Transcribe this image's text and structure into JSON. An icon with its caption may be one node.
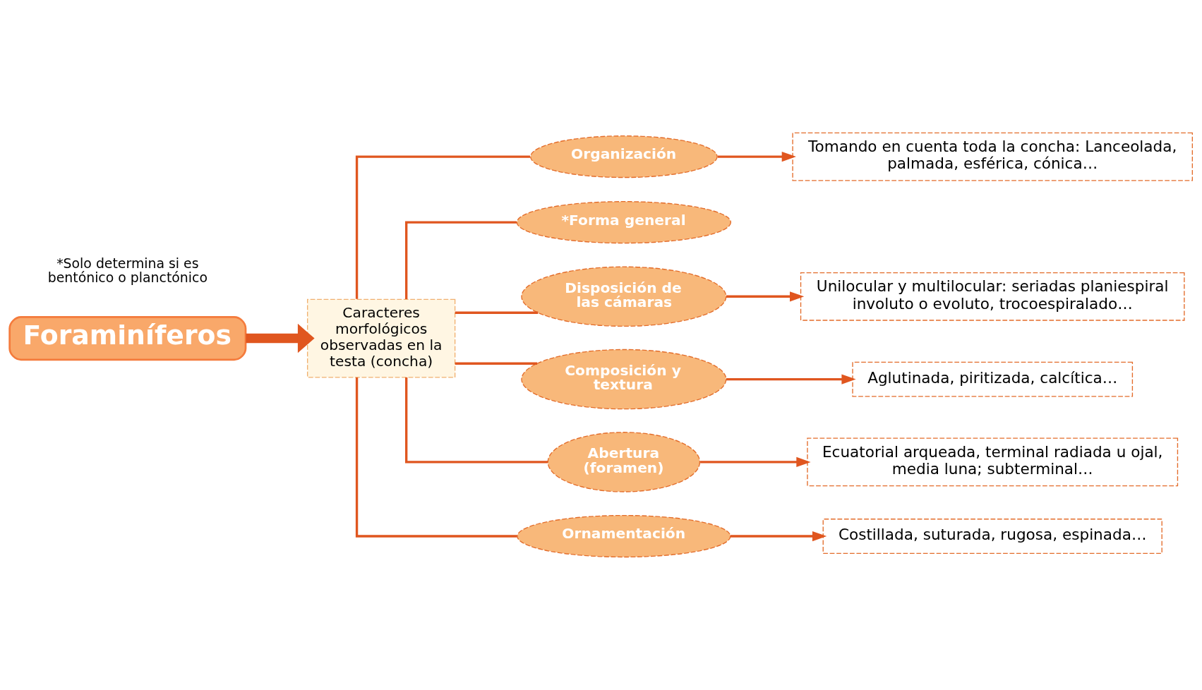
{
  "diagram": {
    "nodes": [
      {
        "text": [
          "Foraminíferos"
        ]
      },
      {
        "text": [
          "Caracteres morfológicos observadas en la testa (concha)"
        ]
      },
      {
        "text": [
          "Organización"
        ]
      },
      {
        "text": [
          "*Forma general"
        ]
      },
      {
        "text": [
          "Disposición de las cámaras"
        ]
      },
      {
        "text": [
          "Composición y textura"
        ]
      },
      {
        "text": [
          "Abertura (foramen)"
        ]
      },
      {
        "text": [
          "Ornamentación"
        ]
      },
      {
        "text": [
          "Tomando en cuenta toda la concha: Lanceolada, palmada, esférica, cónica…"
        ]
      },
      {
        "text": [
          "Unilocular y multilocular: seriadas planiespiral involuto o evoluto, trocoespiralado…"
        ]
      },
      {
        "text": [
          "Aglutinada, piritizada, calcítica…"
        ]
      },
      {
        "text": [
          "Ecuatorial arqueada, terminal radiada u ojal, media luna; subterminal…"
        ]
      },
      {
        "text": [
          "Costillada, suturada, rugosa, espinada…"
        ]
      }
    ],
    "edges": [
      {
        "from": 0,
        "to": 1,
        "arrow": "to",
        "style": "thick"
      },
      {
        "from": 1,
        "to": 2,
        "arrow": "none"
      },
      {
        "from": 1,
        "to": 3,
        "arrow": "none"
      },
      {
        "from": 1,
        "to": 4,
        "arrow": "none"
      },
      {
        "from": 1,
        "to": 5,
        "arrow": "none"
      },
      {
        "from": 1,
        "to": 6,
        "arrow": "none"
      },
      {
        "from": 1,
        "to": 7,
        "arrow": "none"
      },
      {
        "from": 2,
        "to": 8,
        "arrow": "to"
      },
      {
        "from": 4,
        "to": 9,
        "arrow": "to"
      },
      {
        "from": 5,
        "to": 10,
        "arrow": "to"
      },
      {
        "from": 6,
        "to": 11,
        "arrow": "to"
      },
      {
        "from": 7,
        "to": 12,
        "arrow": "to"
      }
    ],
    "labels": [
      "*Solo determina si es bentónico o planctónico"
    ]
  }
}
